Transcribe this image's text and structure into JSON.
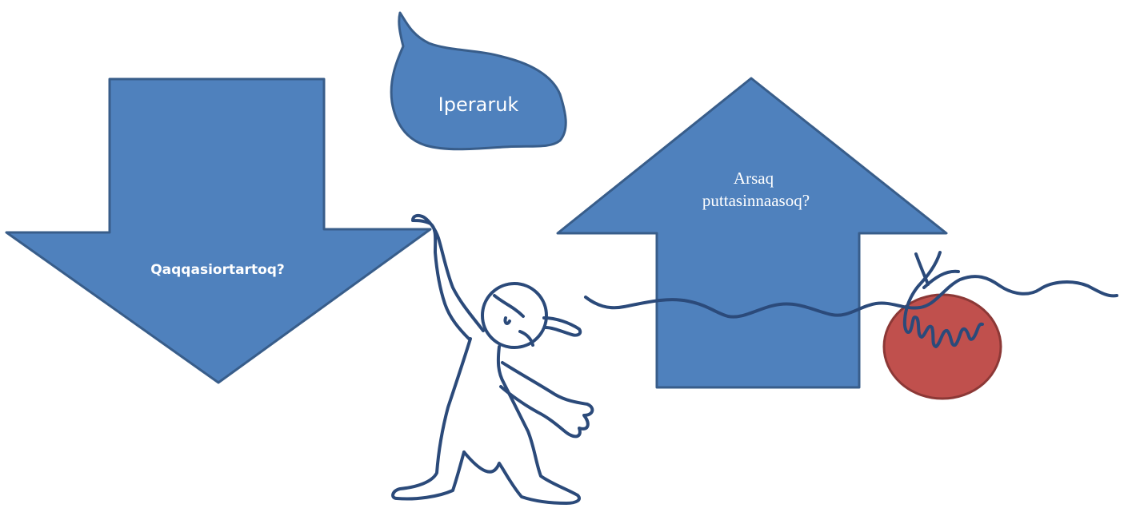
{
  "labels": {
    "down_arrow": "Qaqqasiortartoq?",
    "speech_bubble": "Iperaruk",
    "up_arrow_line1": "Arsaq",
    "up_arrow_line2": "puttasinnaasoq?"
  },
  "colors": {
    "shape_fill": "#4F81BD",
    "shape_stroke": "#385D8A",
    "ink": "#2B4A7A",
    "ball_fill": "#C0504D",
    "label_text": "#FFFFFF"
  }
}
